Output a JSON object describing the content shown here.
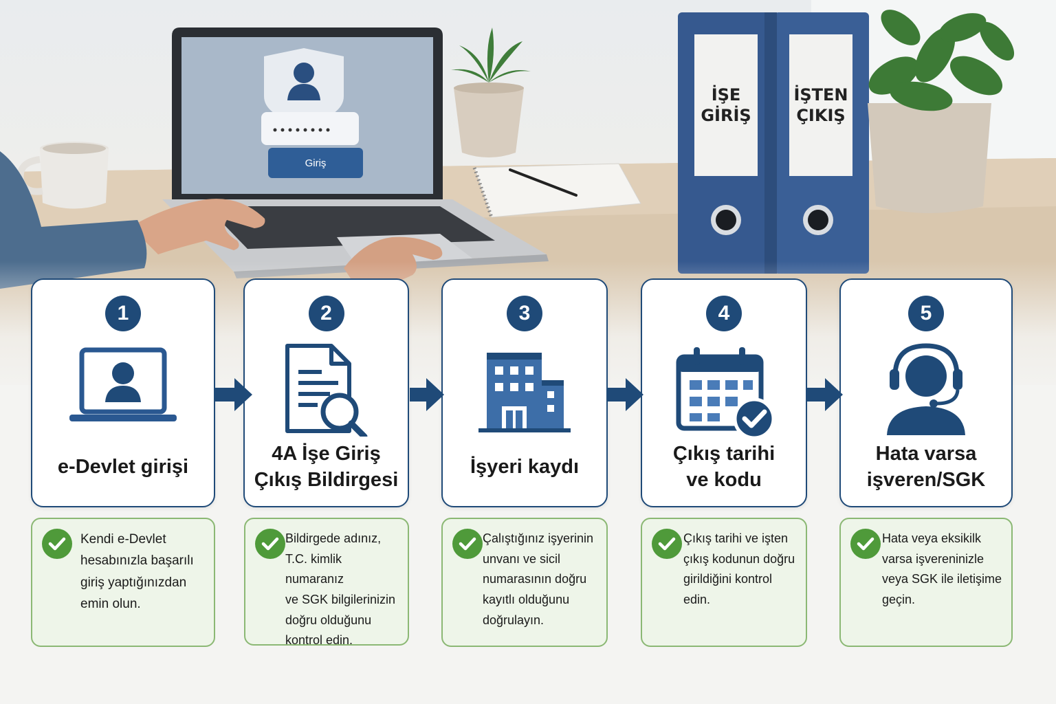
{
  "scene": {
    "laptop_button": "Giriş",
    "binder_left": [
      "İŞE",
      "GİRİŞ"
    ],
    "binder_right": [
      "İŞTEN",
      "ÇIKIŞ"
    ]
  },
  "steps": [
    {
      "number": "1",
      "title_lines": [
        "e-Devlet girişi"
      ],
      "icon": "laptop-user-icon",
      "tip_lines": [
        "Kendi e-Devlet",
        "hesabınızla başarılı",
        "giriş yaptığınızdan",
        "emin olun."
      ]
    },
    {
      "number": "2",
      "title_lines": [
        "4A İşe Giriş",
        "Çıkış Bildirgesi"
      ],
      "icon": "document-search-icon",
      "tip_lines": [
        "Bildirgede adınız,",
        "T.C. kimlik numaranız",
        "ve SGK bilgilerinizin",
        "doğru olduğunu",
        "kontrol edin."
      ]
    },
    {
      "number": "3",
      "title_lines": [
        "İşyeri kaydı"
      ],
      "icon": "building-icon",
      "tip_lines": [
        "Çalıştığınız işyerinin",
        "unvanı ve sicil",
        "numarasının doğru",
        "kayıtlı olduğunu",
        "doğrulayın."
      ]
    },
    {
      "number": "4",
      "title_lines": [
        "Çıkış tarihi",
        "ve kodu"
      ],
      "icon": "calendar-check-icon",
      "tip_lines": [
        "Çıkış tarihi ve işten",
        "çıkış kodunun doğru",
        "girildiğini kontrol",
        "edin."
      ]
    },
    {
      "number": "5",
      "title_lines": [
        "Hata varsa",
        "işveren/SGK"
      ],
      "icon": "support-headset-icon",
      "tip_lines": [
        "Hata veya eksikilk",
        "varsa işvereninizle",
        "veya SGK ile iletişime",
        "geçin."
      ]
    }
  ],
  "colors": {
    "navy": "#1f4a78",
    "icon_blue": "#3d6ea8",
    "green": "#4f9a3a",
    "tip_bg": "#eef5e9",
    "tip_border": "#8bb874"
  }
}
